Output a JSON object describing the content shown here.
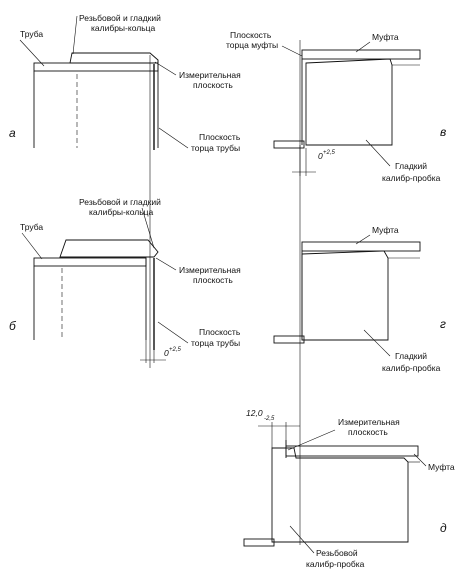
{
  "panels": {
    "a": {
      "letter": "а",
      "pipe": "Труба",
      "gauge": [
        "Резьбовой и гладкий",
        "калибры-кольца"
      ],
      "measuring_plane": [
        "Измерительная",
        "плоскость"
      ],
      "pipe_end_plane": [
        "Плоскость",
        "торца трубы"
      ]
    },
    "b": {
      "letter": "б",
      "pipe": "Труба",
      "gauge": [
        "Резьбовой и гладкий",
        "калибры-кольца"
      ],
      "measuring_plane": [
        "Измерительная",
        "плоскость"
      ],
      "pipe_end_plane": [
        "Плоскость",
        "торца трубы"
      ],
      "dim_base": "0",
      "dim_sup": "+2,5"
    },
    "v": {
      "letter": "в",
      "coupling_end_plane": [
        "Плоскость",
        "торца муфты"
      ],
      "coupling": "Муфта",
      "plug": [
        "Гладкий",
        "калибр-пробка"
      ],
      "dim_base": "0",
      "dim_sup": "+2,5"
    },
    "g": {
      "letter": "г",
      "coupling": "Муфта",
      "plug": [
        "Гладкий",
        "калибр-пробка"
      ]
    },
    "d": {
      "letter": "д",
      "dim_base": "12,0",
      "dim_sub": "-2,5",
      "measuring_plane": [
        "Измерительная",
        "плоскость"
      ],
      "coupling": "Муфта",
      "plug": [
        "Резьбовой",
        "калибр-пробка"
      ]
    }
  }
}
